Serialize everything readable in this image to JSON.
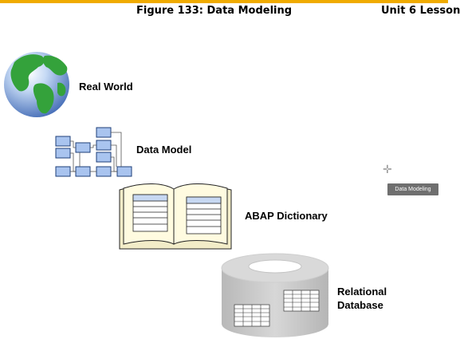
{
  "header": {
    "figure_title": "Figure 133: Data Modeling",
    "unit_title": "Unit 6 Lesson"
  },
  "diagram": {
    "levels": [
      {
        "label": "Real World",
        "icon": "globe-icon"
      },
      {
        "label": "Data Model",
        "icon": "data-model-icon"
      },
      {
        "label": "ABAP Dictionary",
        "icon": "open-book-icon"
      },
      {
        "label_lines": [
          "Relational",
          "Database"
        ],
        "icon": "database-cylinder-icon"
      }
    ]
  },
  "tooltip": {
    "text": "Data Modeling"
  },
  "colors": {
    "accent": "#f0ab00",
    "entity_box": "#a9c4ef",
    "book_page": "#fffbe0",
    "cylinder": "#c8c8c8"
  }
}
